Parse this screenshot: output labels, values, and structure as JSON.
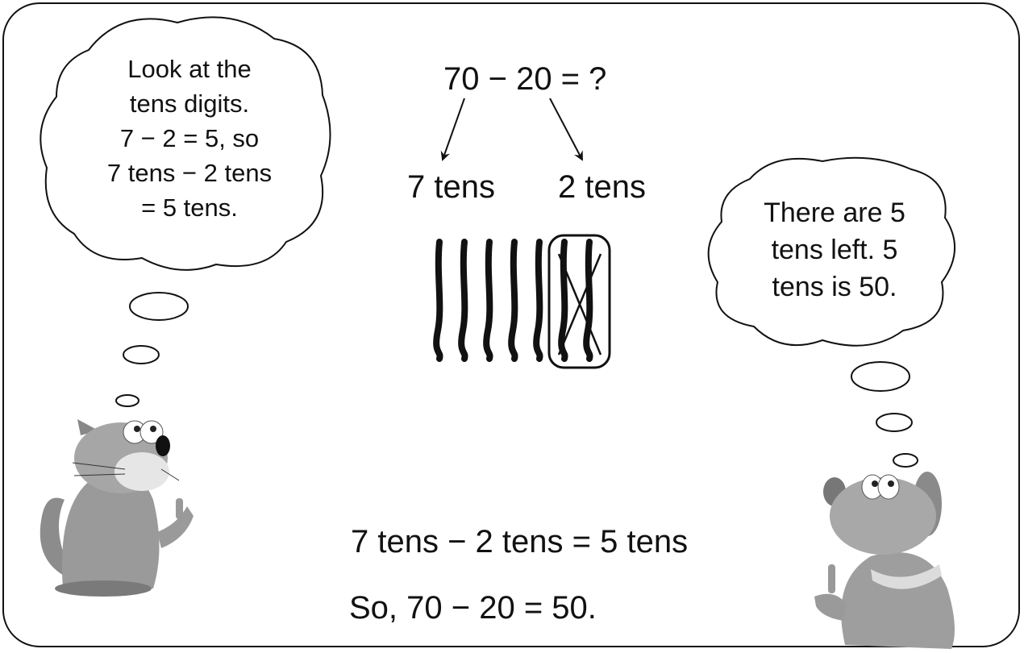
{
  "equation": "70 − 20 = ?",
  "left_part": "7 tens",
  "right_part": "2 tens",
  "cat_thought": [
    "Look at the",
    "tens digits.",
    "7 − 2 = 5, so",
    "7 tens − 2 tens",
    "= 5 tens."
  ],
  "dog_thought": [
    "There are 5",
    "tens left. 5",
    "tens is 50."
  ],
  "statement": "7 tens − 2 tens = 5 tens",
  "conclusion": "So, 70 − 20 = 50.",
  "tens_sticks": {
    "total": 7,
    "crossed_out": 2
  }
}
